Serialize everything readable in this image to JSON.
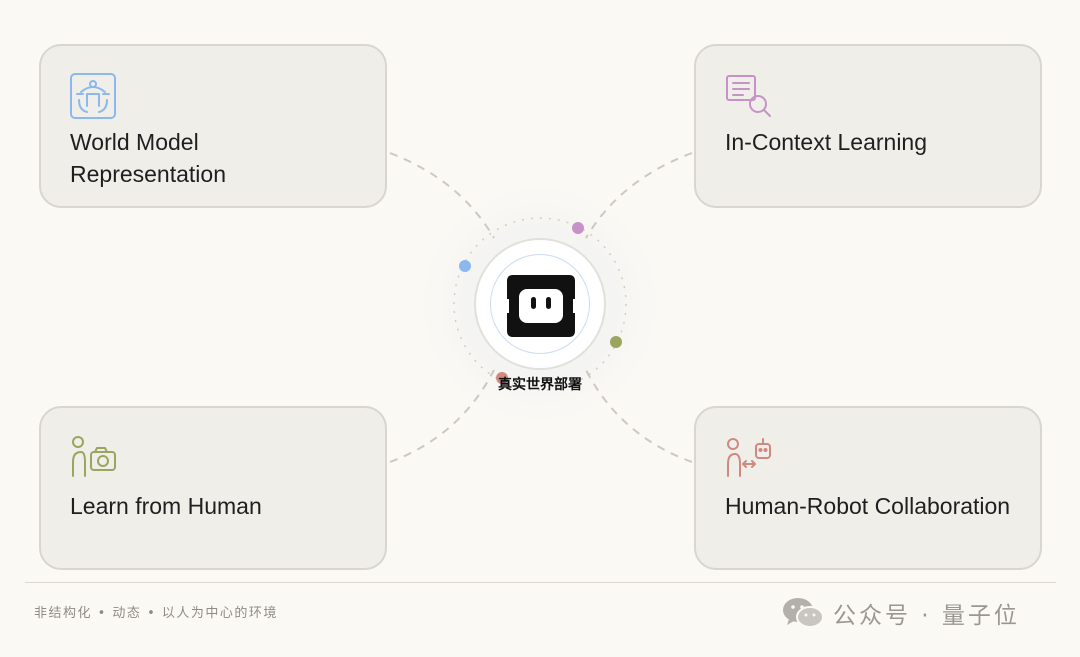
{
  "center": {
    "label": "真实世界部署"
  },
  "cards": {
    "world_model": {
      "title": "World Model\nRepresentation",
      "icon": "world-model-icon",
      "color": "#8ab8ef"
    },
    "in_context": {
      "title": "In-Context Learning",
      "icon": "document-search-icon",
      "color": "#c792c7"
    },
    "learn_human": {
      "title": "Learn from Human",
      "icon": "person-camera-icon",
      "color": "#9aa65e"
    },
    "hri": {
      "title": "Human-Robot Collaboration",
      "icon": "person-robot-icon",
      "color": "#cf8a80"
    }
  },
  "orbit_dots": [
    "#8ab8ef",
    "#c792c7",
    "#9aa65e",
    "#cf8a80"
  ],
  "footer": {
    "tagline": "非结构化 • 动态 • 以人为中心的环境",
    "watermark": "公众号 · 量子位"
  }
}
